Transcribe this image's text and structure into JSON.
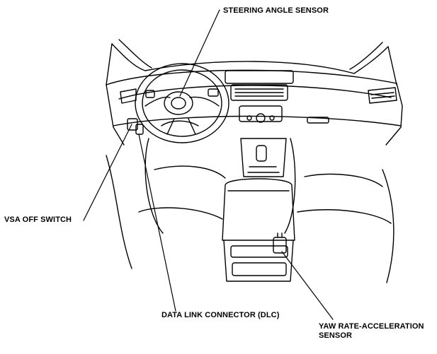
{
  "labels": {
    "steering_angle_sensor": "STEERING ANGLE SENSOR",
    "vsa_off_switch": "VSA OFF SWITCH",
    "data_link_connector": "DATA LINK CONNECTOR (DLC)",
    "yaw_rate_line1": "YAW RATE-ACCELERATION",
    "yaw_rate_line2": "SENSOR"
  },
  "colors": {
    "line": "#000000",
    "background": "#ffffff"
  }
}
